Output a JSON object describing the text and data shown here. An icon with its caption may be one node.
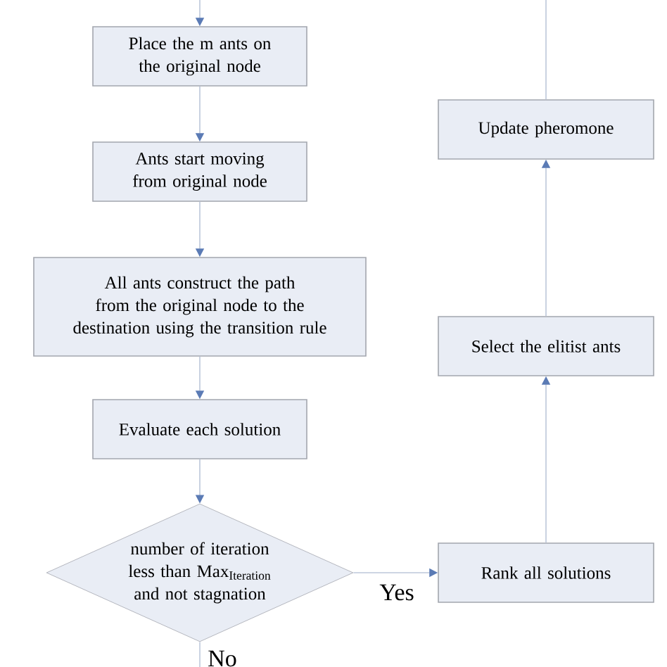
{
  "diagram": {
    "nodes": [
      {
        "text": [
          "Place the m ants on the original node"
        ]
      },
      {
        "text": [
          "Ants start moving from original node"
        ]
      },
      {
        "text": [
          "All ants construct the path from the original node to the destination using the transition rule"
        ]
      },
      {
        "text": [
          "Evaluate each solution"
        ]
      },
      {
        "text": [
          "number of iteration less than",
          "\\mathrm{Max}_{\\mathrm{Iteration}}",
          "and not stagnation"
        ]
      },
      {
        "text": [
          "Rank all solutions"
        ]
      },
      {
        "text": [
          "Select the elitist ants"
        ]
      },
      {
        "text": [
          "Update pheromone"
        ]
      }
    ],
    "edges": [
      {
        "from": null,
        "to": 0,
        "arrow": "to"
      },
      {
        "from": 0,
        "to": 1,
        "arrow": "to"
      },
      {
        "from": 1,
        "to": 2,
        "arrow": "to"
      },
      {
        "from": 2,
        "to": 3,
        "arrow": "to"
      },
      {
        "from": 3,
        "to": 4,
        "arrow": "to"
      },
      {
        "from": 4,
        "to": 5,
        "arrow": "to",
        "label": "Yes"
      },
      {
        "from": 5,
        "to": 6,
        "arrow": "to"
      },
      {
        "from": 6,
        "to": 7,
        "arrow": "to"
      },
      {
        "from": 7,
        "to": null,
        "arrow": "none"
      },
      {
        "from": 4,
        "to": null,
        "arrow": "none",
        "label": "No"
      }
    ]
  }
}
